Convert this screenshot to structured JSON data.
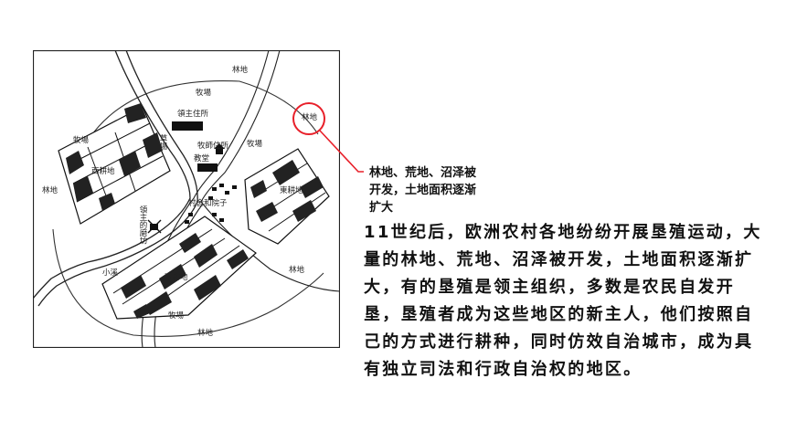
{
  "map": {
    "labels": {
      "forest_top": "林地",
      "pasture_top": "牧場",
      "lord_residence": "領主住所",
      "meadow": "草場",
      "priest_residence": "牧師住所",
      "church": "教堂",
      "pasture_nw": "牧場",
      "west_field": "西耕地",
      "pasture_ne": "牧場",
      "east_field": "東耕地",
      "forest_left": "林地",
      "forest_circled": "林地",
      "lord_mill": "領主的磨坊",
      "village": "村舍和院子",
      "stream": "小溪",
      "south_field": "南耕地",
      "forest_right": "林地",
      "pasture_bottom": "牧場",
      "forest_bottom": "林地"
    }
  },
  "callout": {
    "text": "林地、荒地、沼泽被开发，土地面积逐渐扩大"
  },
  "body": {
    "paragraph": "11世纪后，欧洲农村各地纷纷开展垦殖运动，大量的林地、荒地、沼泽被开发，土地面积逐渐扩大，有的垦殖是领主组织，多数是农民自发开垦，垦殖者成为这些地区的新主人，他们按照自己的方式进行耕种，同时仿效自治城市，成为具有独立司法和行政自治权的地区。"
  },
  "colors": {
    "highlight": "#e8202a",
    "ink": "#111111"
  }
}
